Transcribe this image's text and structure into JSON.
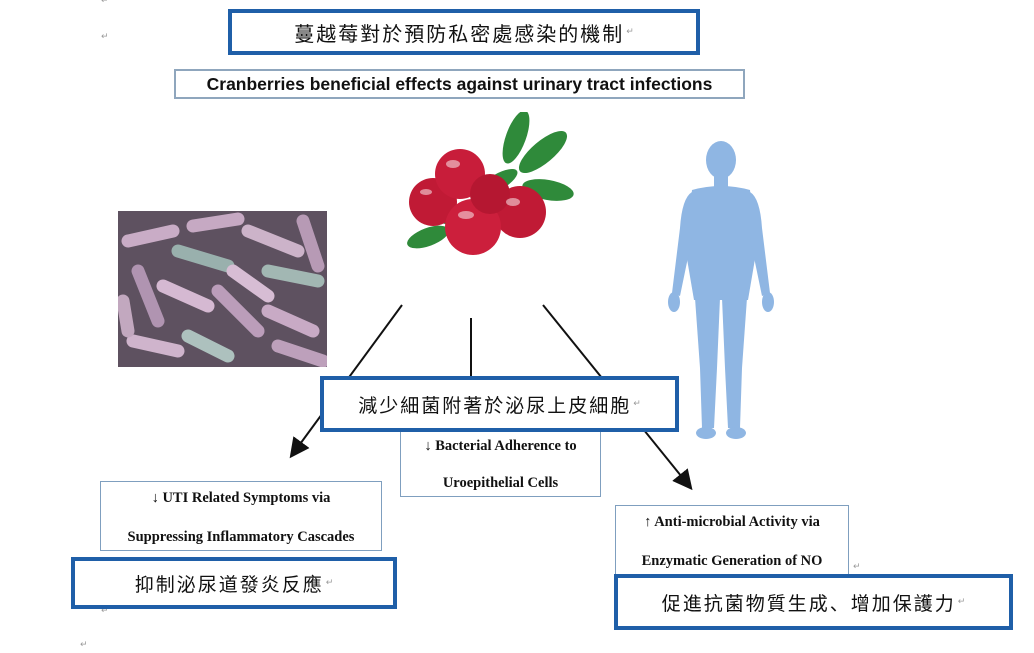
{
  "title_zh": "蔓越莓對於預防私密處感染的機制",
  "title_en": "Cranberries beneficial effects against urinary tract infections",
  "paragraph_mark": "↵",
  "center_box": {
    "zh": "減少細菌附著於泌尿上皮細胞",
    "en_line1": "↓ Bacterial Adherence to",
    "en_line2": "Uroepithelial Cells"
  },
  "left_box": {
    "en_line1": "↓ UTI Related Symptoms via",
    "en_line2": "Suppressing Inflammatory Cascades",
    "zh": "抑制泌尿道發炎反應"
  },
  "right_box": {
    "en_line1": "↑ Anti-microbial Activity via",
    "en_line2": "Enzymatic Generation of NO",
    "zh": "促進抗菌物質生成、增加保護力"
  },
  "colors": {
    "box_border": "#1f5fa8",
    "en_box_border": "#7f9fbf",
    "body_blue": "#8fb6e3",
    "cranberry_red": "#c01a35",
    "leaf_green": "#2f8a3a",
    "bacteria_pink": "#c9a3c4"
  }
}
